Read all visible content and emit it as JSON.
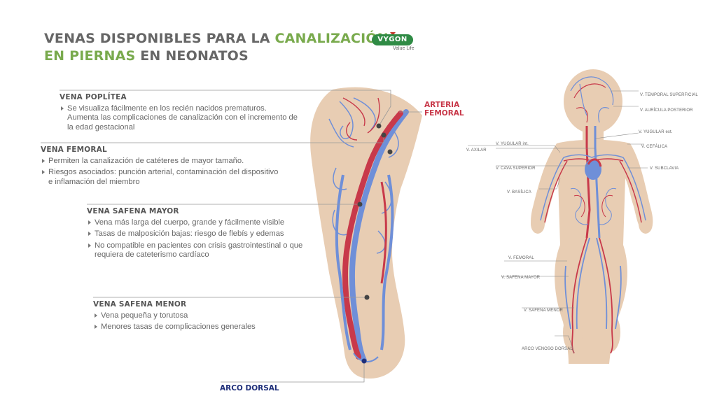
{
  "title": {
    "line1_plain": "VENAS DISPONIBLES PARA LA ",
    "line1_green": "CANALIZACIÓN",
    "line2_green": "EN PIERNAS ",
    "line2_plain": " EN NEONATOS"
  },
  "logo": {
    "name": "VYGON",
    "tagline": "Value Life"
  },
  "colors": {
    "title_green": "#79aa4d",
    "artery_red": "#c8394a",
    "vein_blue": "#6f8fd8",
    "skin": "#e8cdb3",
    "dorsal_blue": "#1f2f7a",
    "logo_green": "#2f8b45"
  },
  "sections": [
    {
      "title": "VENA POPLÍTEA",
      "bullets": [
        "Se visualiza fácilmente en los recién nacidos prematuros. Aumenta las complicaciones de canalización con el incremento de la edad gestacional"
      ]
    },
    {
      "title": "VENA FEMORAL",
      "bullets": [
        "Permiten la canalización de catéteres de mayor tamaño.",
        "Riesgos asociados: punción arterial, contaminación del dispositivo e inflamación del miembro"
      ]
    },
    {
      "title": "VENA SAFENA MAYOR",
      "bullets": [
        "Vena más larga del cuerpo, grande y fácilmente visible",
        "Tasas de malposición bajas: riesgo de flebís y edemas",
        "No compatible  en pacientes con crisis gastrointestinal o que requiera de cateterismo cardíaco"
      ]
    },
    {
      "title": "VENA SAFENA MENOR",
      "bullets": [
        "Vena pequeña y torutosa",
        "Menores tasas de complicaciones generales"
      ]
    }
  ],
  "arteria_femoral": "ARTERIA FEMORAL",
  "arco_dorsal": "ARCO DORSAL",
  "body_labels": {
    "temporal": "V. TEMPORAL SUPERFICIAL",
    "auricula": "V. AURÍCULA POSTERIOR",
    "yugular_ext": "V. YUGULAR ext.",
    "yugular_int": "V. YUGULAR int.",
    "axilar": "V. AXILAR",
    "cefalica": "V. CEFÁLICA",
    "cava": "V. CAVA SUPERIOR",
    "subclavia": "V. SUBCLAVIA",
    "basilica": "V. BASÍLICA",
    "femoral": "V. FEMORAL",
    "safena_mayor": "V. SAFENA MAYOR",
    "safena_menor": "V. SAFENA MENOR",
    "arco_venoso": "ARCO VENOSO DORSAL"
  }
}
